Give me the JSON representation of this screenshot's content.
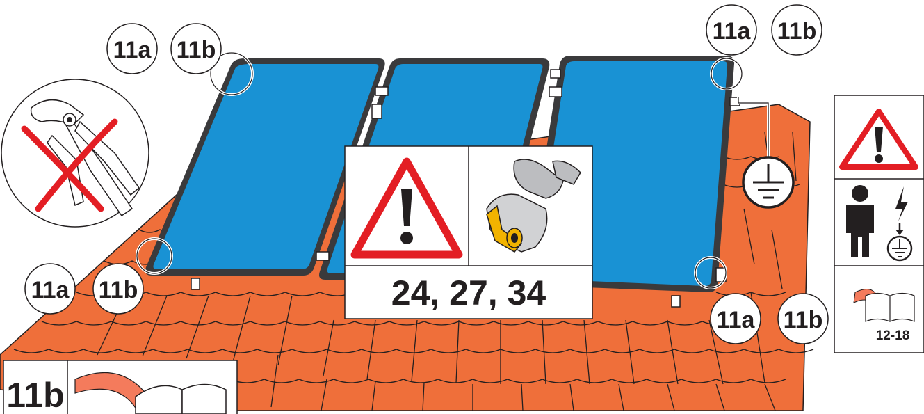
{
  "labels": {
    "a": "11a",
    "b": "11b"
  },
  "warning_box": {
    "text": "24, 27, 34"
  },
  "side_panel": {
    "pages": "12-18"
  },
  "bottom_box": {
    "label": "11b"
  },
  "colors": {
    "collector_glass": "#1992d4",
    "collector_frame": "#3a3a3c",
    "roof_tile": "#ef6f3a",
    "warning_red": "#e31e24",
    "arrow_salmon": "#f47b5c",
    "fitting_yellow": "#f2b300",
    "outline": "#231f20"
  },
  "icons": [
    "prohibited-pliers-icon",
    "warning-triangle-icon",
    "wrench-nut-icon",
    "earth-ground-icon",
    "electrician-hazard-icon",
    "manual-reference-icon"
  ]
}
